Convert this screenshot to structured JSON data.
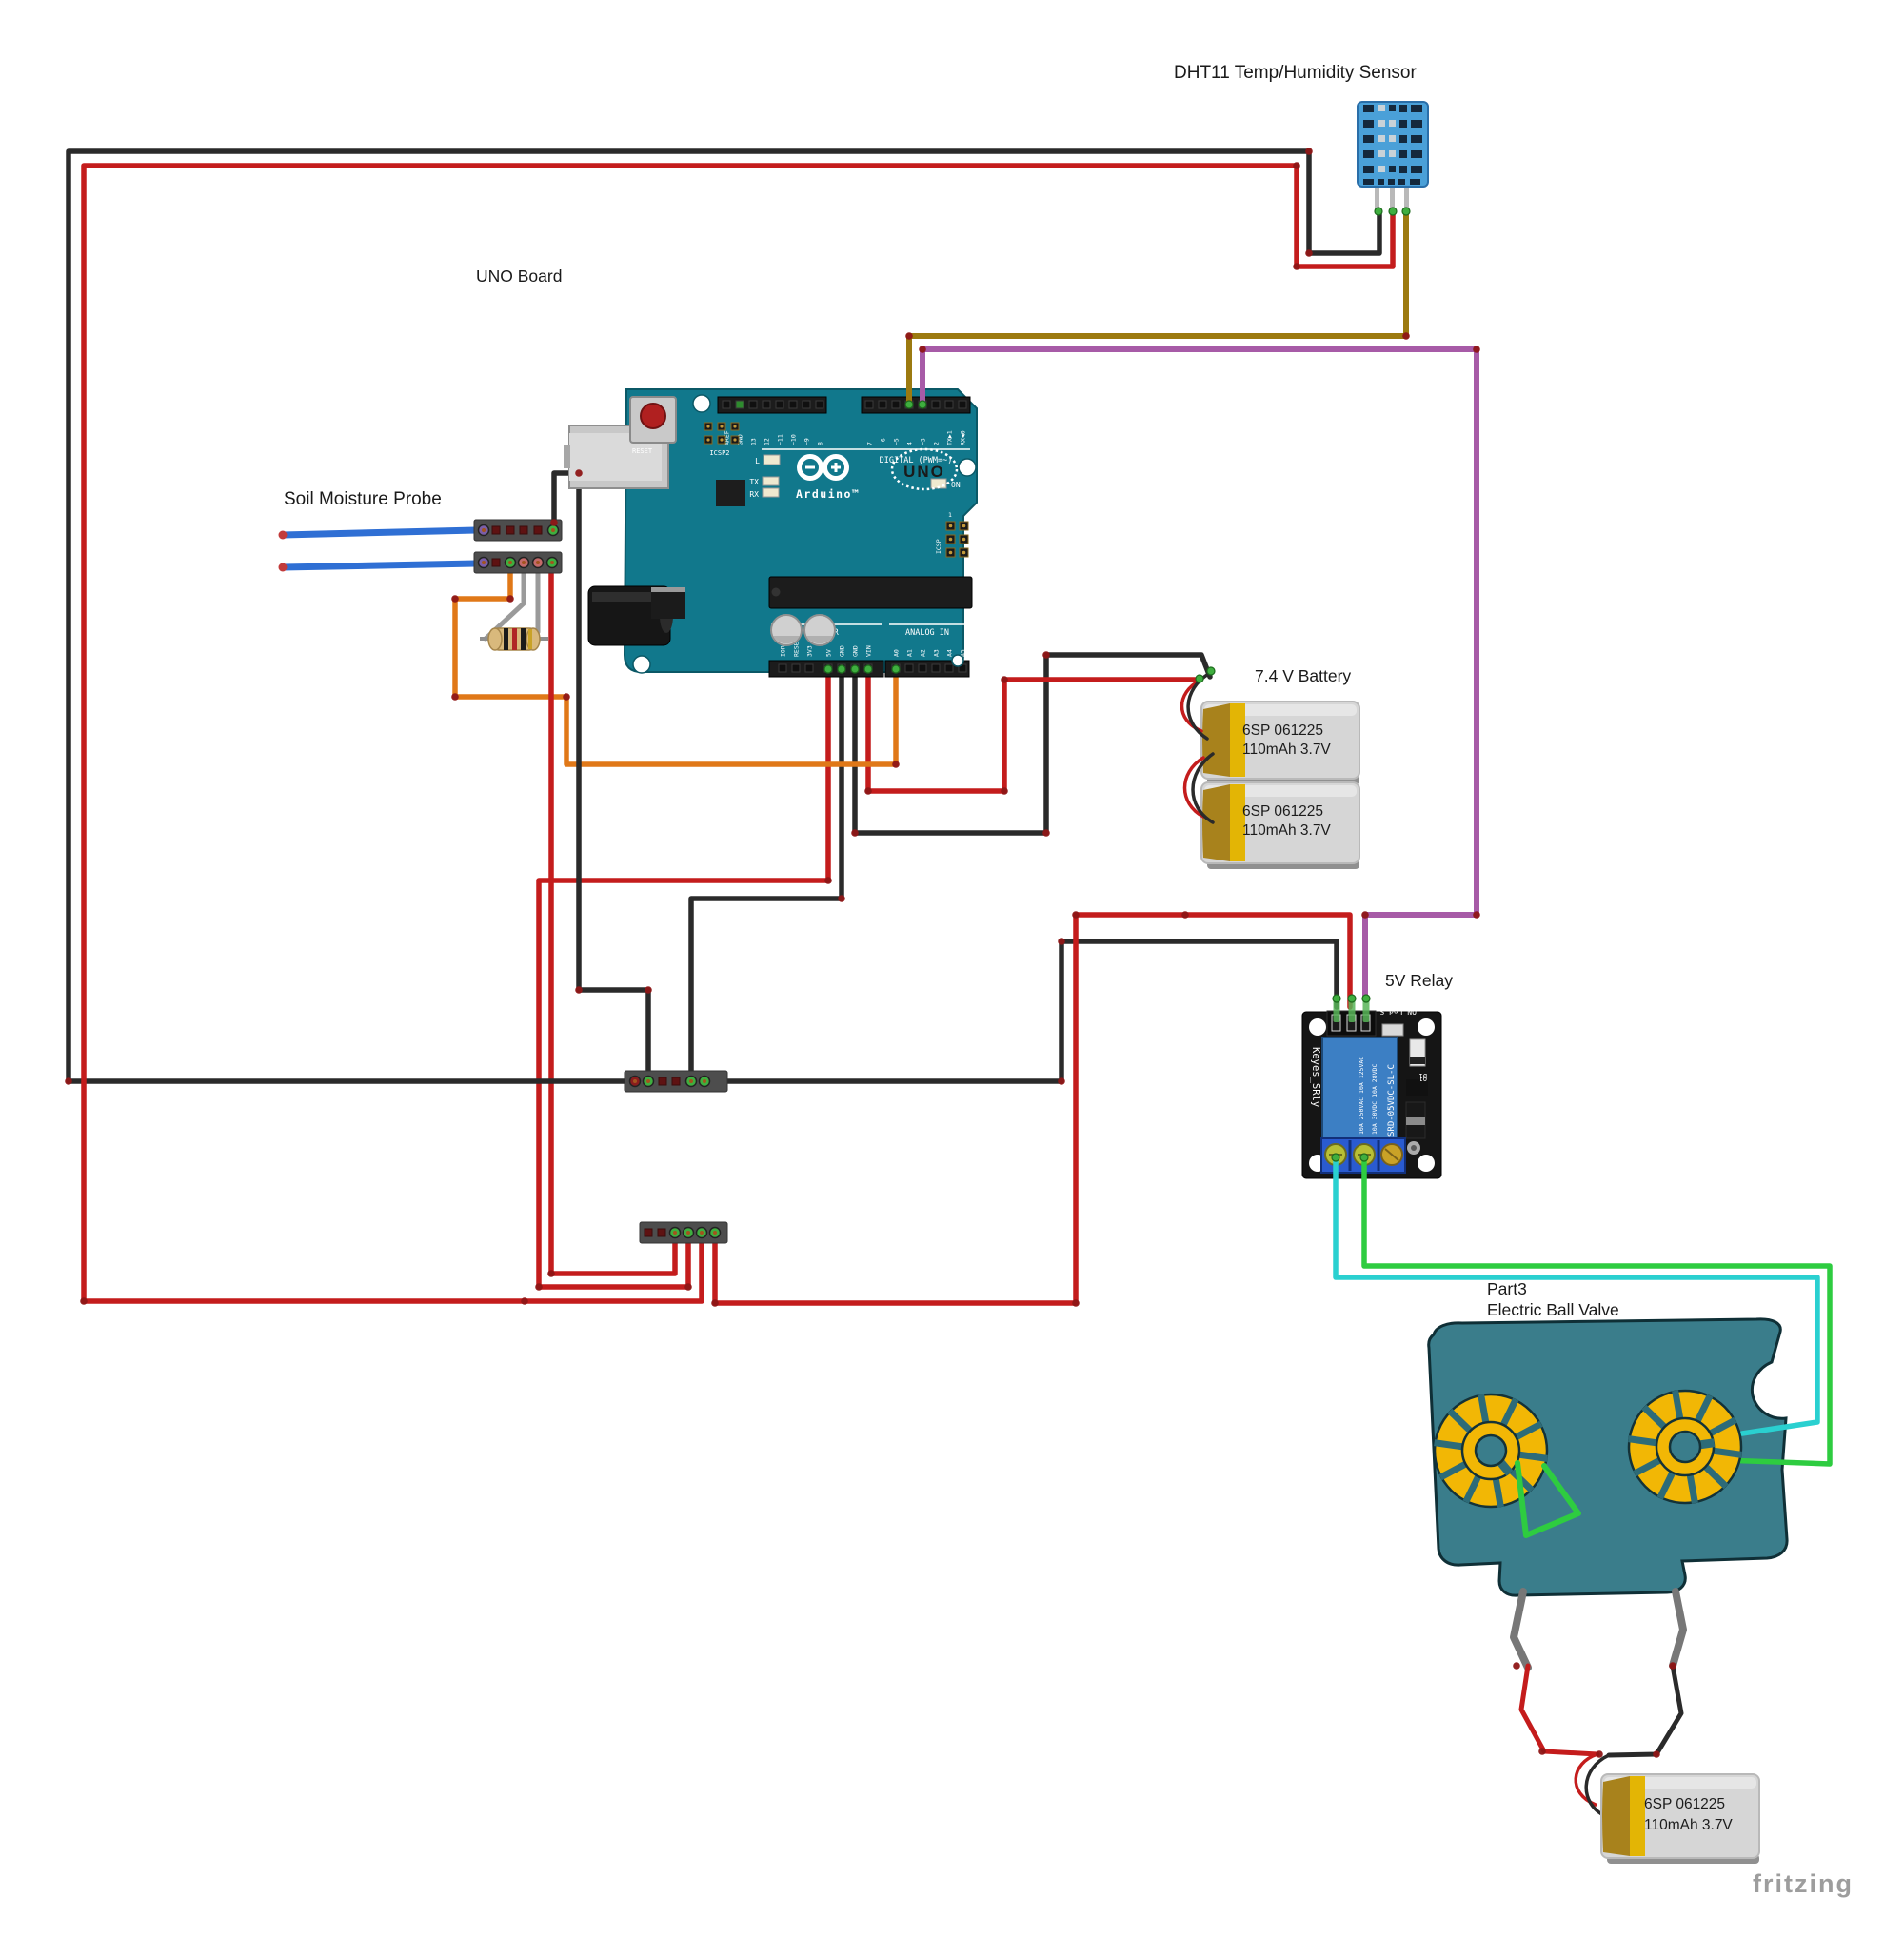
{
  "labels": {
    "dht11": "DHT11 Temp/Humidity Sensor",
    "uno": "UNO Board",
    "soil": "Soil Moisture Probe",
    "battery_pack": "7.4 V Battery",
    "relay": "5V Relay",
    "valve_line1": "Part3",
    "valve_line2": "Electric Ball Valve",
    "watermark": "fritzing"
  },
  "battery_cell": {
    "line1": "6SP 061225",
    "line2": "110mAh 3.7V"
  },
  "uno": {
    "reset": "RESET",
    "icsp2": "ICSP2",
    "icsp": "ICSP",
    "icsp_pin1": "1",
    "digital_caption": "DIGITAL (PWM=~)",
    "led_l": "L",
    "tx": "TX",
    "rx": "RX",
    "on": "ON",
    "logo_text": "UNO",
    "brand": "Arduino™",
    "power_caption": "POWER",
    "analog_caption": "ANALOG IN",
    "digital_left": [
      "AREF",
      "GND",
      "13",
      "12",
      "~11",
      "~10",
      "~9",
      "8"
    ],
    "digital_right": [
      "7",
      "~6",
      "~5",
      "4",
      "~3",
      "2",
      "TX▶1",
      "RX◀0"
    ],
    "power_pins": [
      "IOREF",
      "RESET",
      "3V3",
      "5V",
      "GND",
      "GND",
      "VIN"
    ],
    "analog_pins": [
      "A0",
      "A1",
      "A2",
      "A3",
      "A4",
      "A5"
    ]
  },
  "relay": {
    "brand": "Keyes_SRly",
    "model": "SRD-05VDC-SL-C",
    "ratings1": "10A 250VAC  10A 125VAC",
    "ratings2": "10A 30VDC   10A 28VDC",
    "top_silk": "ON Led S",
    "nc": "NC",
    "d1": "D1",
    "q1": "Q1"
  },
  "colors": {
    "wire_black": "#2a2a2a",
    "wire_red": "#c41c1c",
    "wire_orange": "#e07818",
    "wire_olive": "#9c7a10",
    "wire_purple": "#a75ba7",
    "wire_cyan": "#2ad0d0",
    "wire_green": "#2ecc40",
    "wire_blue": "#2f6fd4",
    "wire_gray": "#9a9a9a",
    "board_teal": "#11788c",
    "relay_blue": "#3c7fc4",
    "valve_teal": "#3a7d8b",
    "gear_yellow": "#f2b705",
    "battery_yellow": "#e3b505",
    "dot_red": "#8e1616",
    "pin_green": "#3fae3f"
  }
}
